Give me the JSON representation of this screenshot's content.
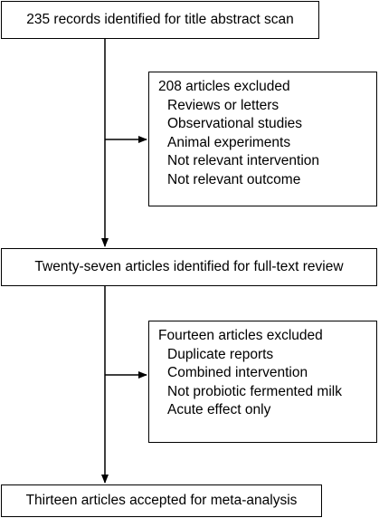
{
  "flow": {
    "identified": "235 records identified for title abstract scan",
    "fulltext": "Twenty-seven articles identified for full-text review",
    "included": "Thirteen articles accepted for meta-analysis"
  },
  "exclusions": {
    "first": {
      "title": "208 articles excluded",
      "reasons": [
        "Reviews or letters",
        "Observational studies",
        "Animal experiments",
        "Not relevant intervention",
        "Not relevant outcome"
      ]
    },
    "second": {
      "title": "Fourteen articles excluded",
      "reasons": [
        "Duplicate reports",
        "Combined intervention",
        "Not probiotic fermented milk",
        "Acute effect only"
      ]
    }
  },
  "colors": {
    "line": "#000000",
    "background": "#ffffff"
  }
}
